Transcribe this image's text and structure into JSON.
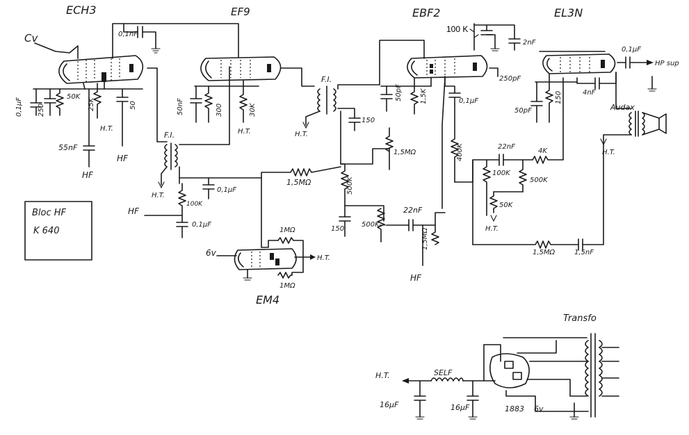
{
  "tubes": {
    "ech3": "ECH3",
    "ef9": "EF9",
    "ebf2": "EBF2",
    "el3n": "EL3N",
    "em4": "EM4",
    "rect": "1883"
  },
  "labels": {
    "cv_left": "Cv",
    "cv_em4": "6v",
    "ht": "H.T.",
    "hf": "HF",
    "fi": "F.I.",
    "hp_sup": "HP sup",
    "audax": "Audax",
    "transfo": "Transfo",
    "self": "SELF",
    "heater_6v": "6v",
    "bloc_line1": "Bloc HF",
    "bloc_line2": "K 640"
  },
  "components": {
    "c_01nf": "0,1nF",
    "c_01uf_a": "0,1µF",
    "r_250": "250",
    "r_50k": "50K",
    "r_25k": "25K",
    "c_50": "50",
    "c_55nf": "55nF",
    "c_50nf": "50nF",
    "r_300": "300",
    "r_30k": "30K",
    "c_150_fi": "150",
    "c_01uf_b": "0,1µF",
    "r_100k_a": "100K",
    "c_01uf_c": "0,1µF",
    "r_15m_a": "1,5MΩ",
    "r_500k_a": "500K",
    "c_150_b": "150",
    "pot_500k": "500K",
    "c_22nf_a": "22nF",
    "r_15m_b": "1,5MΩ",
    "r_15m_c": "1,5MΩ",
    "r_1m_a": "1MΩ",
    "r_1m_b": "1MΩ",
    "pot_100k": "100 K",
    "c_2nf": "2nF",
    "c_50pf": "50pF",
    "r_1_5k": "1,5K",
    "c_250pf": "250pF",
    "c_01uf_d": "0,1µF",
    "r_400k": "400K",
    "c_22nf_b": "22nF",
    "r_4k": "4K",
    "r_100k_b": "100K",
    "r_500k_b": "500K",
    "r_50k_b": "50K",
    "c_50pf_b": "50pF",
    "r_150": "150",
    "c_4nf": "4nF",
    "c_01uf_e": "0,1µF",
    "r_15m_fb": "1,5MΩ",
    "c_15nf": "1,5nF",
    "c_16uf_a": "16µF",
    "c_16uf_b": "16µF"
  }
}
